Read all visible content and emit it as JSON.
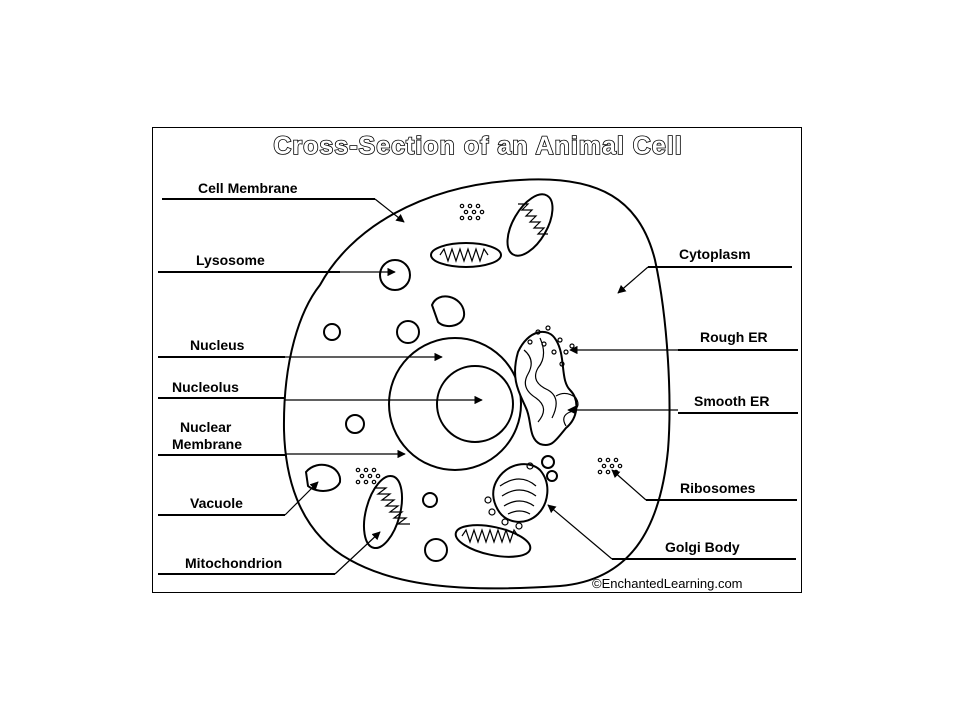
{
  "title": "Cross-Section of an Animal Cell",
  "credit": "©EnchantedLearning.com",
  "labels": {
    "cell_membrane": "Cell Membrane",
    "lysosome": "Lysosome",
    "nucleus": "Nucleus",
    "nucleolus": "Nucleolus",
    "nuclear_membrane_1": "Nuclear",
    "nuclear_membrane_2": "Membrane",
    "vacuole": "Vacuole",
    "mitochondrion": "Mitochondrion",
    "cytoplasm": "Cytoplasm",
    "rough_er": "Rough ER",
    "smooth_er": "Smooth ER",
    "ribosomes": "Ribosomes",
    "golgi_body": "Golgi Body"
  }
}
